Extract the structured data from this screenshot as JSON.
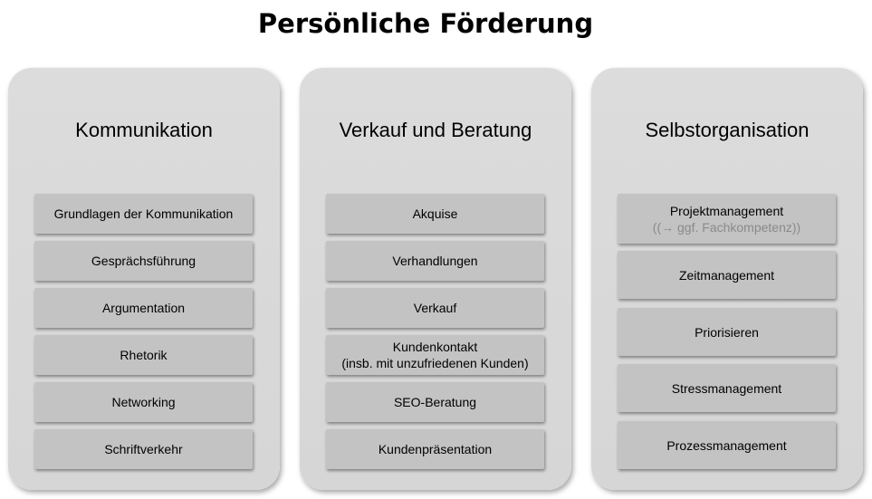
{
  "title": "Persönliche Förderung",
  "columns": [
    {
      "title": "Kommunikation",
      "items": [
        {
          "label": "Grundlagen der Kommunikation"
        },
        {
          "label": "Gesprächsführung"
        },
        {
          "label": "Argumentation"
        },
        {
          "label": "Rhetorik"
        },
        {
          "label": "Networking"
        },
        {
          "label": "Schriftverkehr"
        }
      ]
    },
    {
      "title": "Verkauf und Beratung",
      "items": [
        {
          "label": "Akquise"
        },
        {
          "label": "Verhandlungen"
        },
        {
          "label": "Verkauf"
        },
        {
          "label": "Kundenkontakt",
          "label2": "(insb. mit unzufriedenen Kunden)"
        },
        {
          "label": "SEO-Beratung"
        },
        {
          "label": "Kundenpräsentation"
        }
      ]
    },
    {
      "title": "Selbstorganisation",
      "items": [
        {
          "label": "Projektmanagement",
          "note": "((→ ggf. Fachkompetenz))"
        },
        {
          "label": "Zeitmanagement"
        },
        {
          "label": "Priorisieren"
        },
        {
          "label": "Stressmanagement"
        },
        {
          "label": "Prozessmanagement"
        }
      ]
    }
  ],
  "colors": {
    "column_background": "#d9d9d9",
    "box_background": "#c3c3c3",
    "note_text": "#8a8a8a"
  }
}
